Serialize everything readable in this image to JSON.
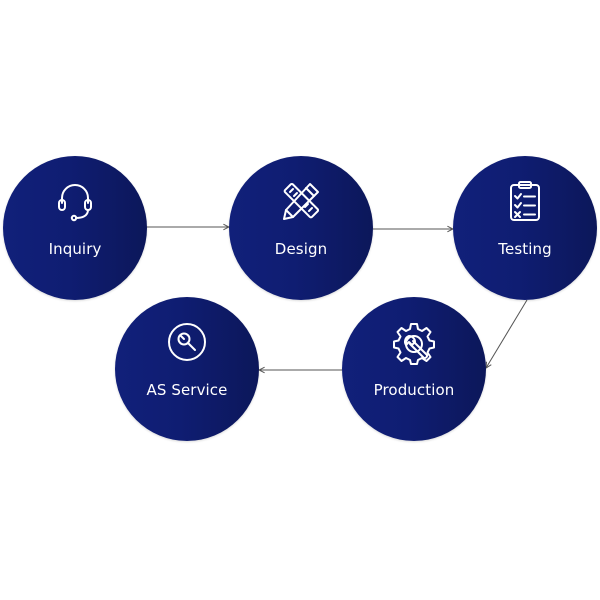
{
  "nodes": [
    {
      "id": "inquiry",
      "label": "Inquiry",
      "icon": "headset-icon"
    },
    {
      "id": "design",
      "label": "Design",
      "icon": "ruler-pencil-icon"
    },
    {
      "id": "testing",
      "label": "Testing",
      "icon": "clipboard-checklist-icon"
    },
    {
      "id": "production",
      "label": "Production",
      "icon": "gear-wrench-icon"
    },
    {
      "id": "as-service",
      "label": "AS Service",
      "icon": "magnifier-tool-icon"
    }
  ],
  "edges": [
    {
      "from": "inquiry",
      "to": "design"
    },
    {
      "from": "design",
      "to": "testing"
    },
    {
      "from": "testing",
      "to": "production"
    },
    {
      "from": "production",
      "to": "as-service"
    }
  ],
  "colors": {
    "node_fill": "#11207a",
    "node_fill_dark": "#0c175a",
    "connector": "#555555",
    "label": "#ffffff"
  }
}
